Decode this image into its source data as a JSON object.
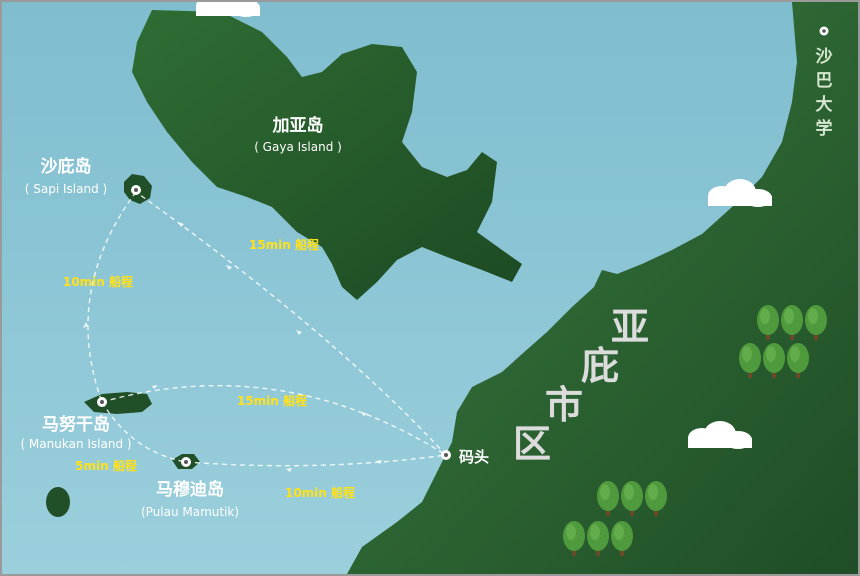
{
  "colors": {
    "sea": "#8fc6d6",
    "land": "#2f6a35",
    "land_dark": "#214f28",
    "label": "#ffffff",
    "trip_label": "#ffe11a",
    "district_text": "#dcdcdc"
  },
  "places": {
    "gaya": {
      "name": "加亚岛",
      "en": "( Gaya Island )"
    },
    "sapi": {
      "name": "沙庇岛",
      "en": "( Sapi Island )"
    },
    "manukan": {
      "name": "马努干岛",
      "en": "( Manukan Island )"
    },
    "mamutik": {
      "name": "马穆迪岛",
      "en": "(Pulau Mamutik)"
    },
    "jetty": {
      "name": "码头"
    },
    "district": {
      "c1": "亚",
      "c2": "庇",
      "c3": "市",
      "c4": "区"
    },
    "university": {
      "c1": "沙",
      "c2": "巴",
      "c3": "大",
      "c4": "学"
    }
  },
  "routes": [
    {
      "id": "jetty-sapi",
      "label": "15min 船程"
    },
    {
      "id": "sapi-manukan",
      "label": "10min 船程"
    },
    {
      "id": "manukan-jetty",
      "label": "15min 船程"
    },
    {
      "id": "manukan-mamutik",
      "label": "5min 船程"
    },
    {
      "id": "mamutik-jetty",
      "label": "10min 船程"
    }
  ],
  "icons": [
    "cloud-icon",
    "tree-icon",
    "pin-icon"
  ]
}
